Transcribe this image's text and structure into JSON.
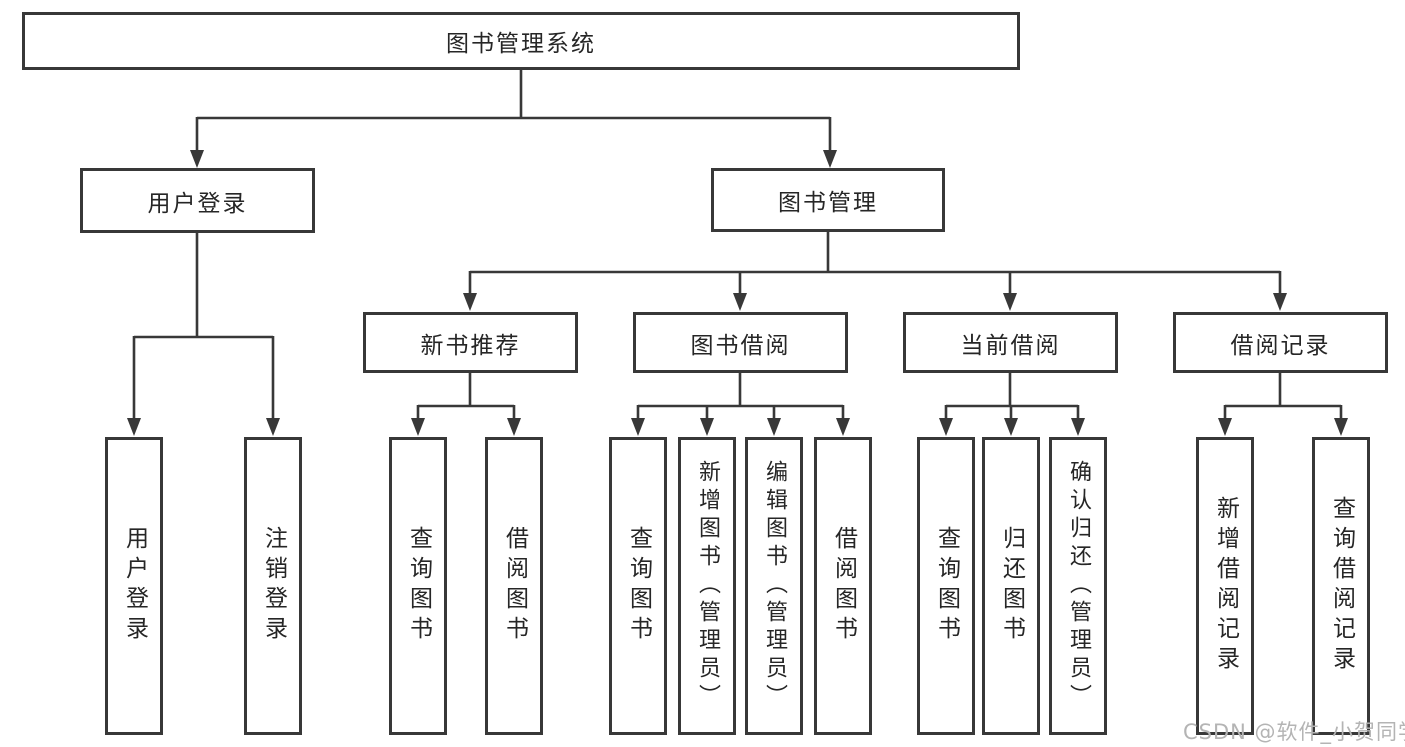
{
  "diagram_title": "图书管理系统",
  "tree": {
    "root": "图书管理系统",
    "branches": [
      {
        "label": "用户登录",
        "children": [
          {
            "label": "用户登录"
          },
          {
            "label": "注销登录"
          }
        ]
      },
      {
        "label": "图书管理",
        "children": [
          {
            "label": "新书推荐",
            "children": [
              {
                "label": "查询图书"
              },
              {
                "label": "借阅图书"
              }
            ]
          },
          {
            "label": "图书借阅",
            "children": [
              {
                "label": "查询图书"
              },
              {
                "label": "新增图书（管理员）"
              },
              {
                "label": "编辑图书（管理员）"
              },
              {
                "label": "借阅图书"
              }
            ]
          },
          {
            "label": "当前借阅",
            "children": [
              {
                "label": "查询图书"
              },
              {
                "label": "归还图书"
              },
              {
                "label": "确认归还（管理员）"
              }
            ]
          },
          {
            "label": "借阅记录",
            "children": [
              {
                "label": "新增借阅记录"
              },
              {
                "label": "查询借阅记录"
              }
            ]
          }
        ]
      }
    ]
  },
  "colors": {
    "line": "#383838",
    "box_border": "#383838",
    "text": "#262626",
    "background": "#ffffff",
    "watermark": "#b4b4b4"
  },
  "watermark": "CSDN @软件_小贺同学"
}
